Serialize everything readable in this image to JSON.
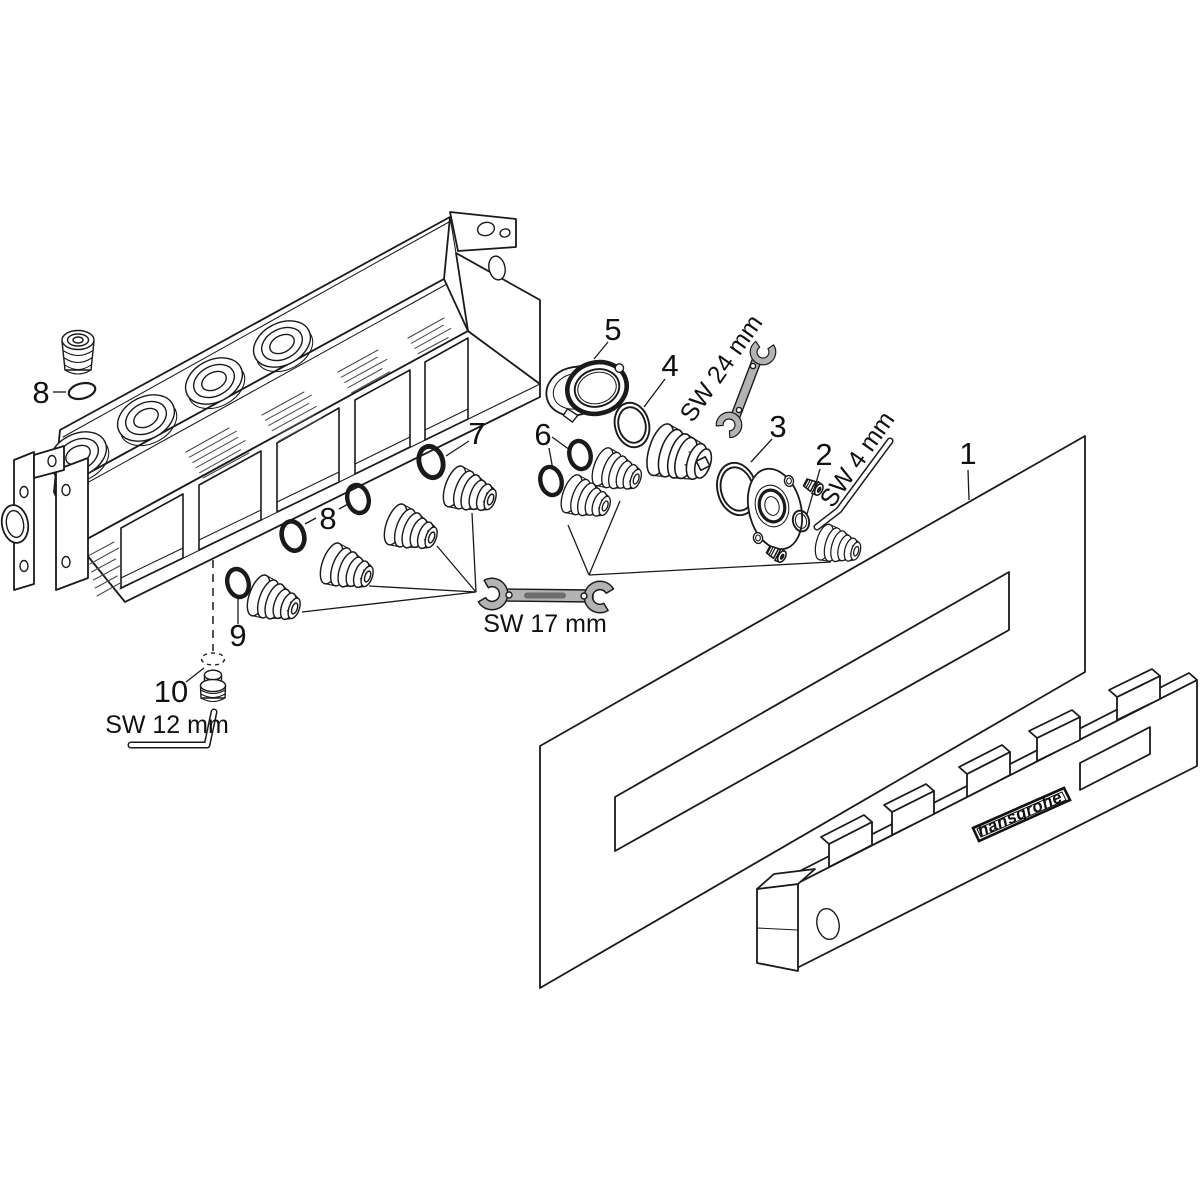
{
  "diagram": {
    "background": "#ffffff",
    "line_color": "#1a1a1a",
    "tool_fill": "#b3b3b3",
    "callouts": {
      "c1": "1",
      "c2": "2",
      "c3": "3",
      "c4": "4",
      "c5": "5",
      "c6": "6",
      "c7": "7",
      "c8_top": "8",
      "c8_mid": "8",
      "c9": "9",
      "c10": "10"
    },
    "tool_labels": {
      "sw24": "SW 24 mm",
      "sw4": "SW 4 mm",
      "sw17": "SW 17 mm",
      "sw12": "SW 12 mm"
    },
    "logo": "hansgrohe"
  }
}
